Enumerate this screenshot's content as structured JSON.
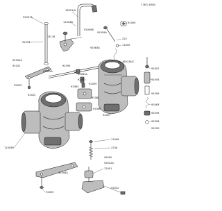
{
  "diagram": {
    "code": "T-3611 83(N)",
    "parts": [
      {
        "id": "part-16001a",
        "label": "16001/A"
      },
      {
        "id": "part-92037a",
        "label": "92037A"
      },
      {
        "id": "part-11044b",
        "label": "11044B"
      },
      {
        "id": "part-92009b",
        "label": "92009B"
      },
      {
        "id": "part-92009-top",
        "label": "92009"
      },
      {
        "id": "part-92059a",
        "label": "92059A"
      },
      {
        "id": "part-92093-left",
        "label": "92093"
      },
      {
        "id": "part-13116",
        "label": "13116"
      },
      {
        "id": "part-222",
        "label": "222"
      },
      {
        "id": "part-11045",
        "label": "11045"
      },
      {
        "id": "part-92083a",
        "label": "92083A"
      },
      {
        "id": "part-16013a",
        "label": "16013A/C"
      },
      {
        "id": "part-92009a",
        "label": "92009A"
      },
      {
        "id": "part-92022",
        "label": "92022"
      },
      {
        "id": "part-92093-mid",
        "label": "92093"
      },
      {
        "id": "part-92009a-b",
        "label": "92009A"
      },
      {
        "id": "part-92081a",
        "label": "92081A"
      },
      {
        "id": "part-92081",
        "label": "92081"
      },
      {
        "id": "part-92007",
        "label": "92007"
      },
      {
        "id": "part-92022-left",
        "label": "92022"
      },
      {
        "id": "part-92009c",
        "label": "92009"
      },
      {
        "id": "part-92055",
        "label": "92055"
      },
      {
        "id": "part-92083",
        "label": "92083"
      },
      {
        "id": "part-92081b",
        "label": "92081"
      },
      {
        "id": "part-92066",
        "label": "92066"
      },
      {
        "id": "part-92063",
        "label": "92063"
      },
      {
        "id": "part-92056",
        "label": "92056"
      },
      {
        "id": "part-11005b",
        "label": "11005B"
      },
      {
        "id": "part-92027",
        "label": "92027"
      },
      {
        "id": "part-11046",
        "label": "11046"
      },
      {
        "id": "part-223a",
        "label": "223A"
      },
      {
        "id": "part-92050",
        "label": "92050"
      },
      {
        "id": "part-92022a",
        "label": "92022A"
      },
      {
        "id": "part-12001",
        "label": "12001"
      },
      {
        "id": "part-11044a",
        "label": "11044A"
      },
      {
        "id": "part-92009-bot",
        "label": "92009"
      },
      {
        "id": "part-92022-bot",
        "label": "92022"
      },
      {
        "id": "part-92009-right",
        "label": "92009"
      },
      {
        "id": "part-92049",
        "label": "92049"
      },
      {
        "id": "part-92050-right",
        "label": "92050"
      },
      {
        "id": "part-92009-r2",
        "label": "92009"
      }
    ]
  }
}
